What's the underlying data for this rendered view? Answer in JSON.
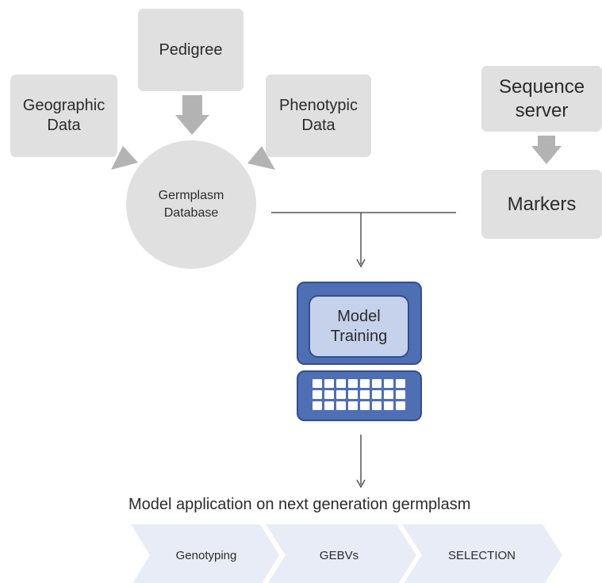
{
  "sources": {
    "geographic": "Geographic\nData",
    "pedigree": "Pedigree",
    "phenotypic": "Phenotypic\nData",
    "sequence_server": "Sequence\nserver",
    "markers": "Markers"
  },
  "germplasm_database": "Germplasm\nDatabase",
  "model_training": "Model\nTraining",
  "application_caption": "Model application on next generation germplasm",
  "pipeline": [
    "Genotyping",
    "GEBVs",
    "SELECTION"
  ],
  "colors": {
    "box_fill": "#e0e0e0",
    "arrow_fill": "#b3b3b3",
    "computer_fill": "#4f6fb5",
    "screen_fill": "#c6d2ec",
    "chevron_fill": "#e8ecf6"
  },
  "icons": [
    "computer-icon",
    "keyboard-icon"
  ]
}
